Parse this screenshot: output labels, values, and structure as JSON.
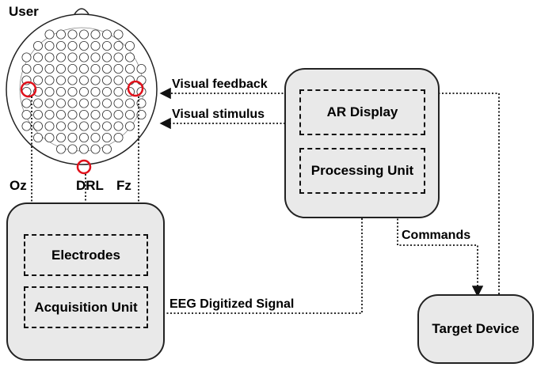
{
  "user_label": "User",
  "electrode_labels": {
    "oz": "Oz",
    "drl": "DRL",
    "fz": "Fz"
  },
  "acquisition": {
    "electrodes": "Electrodes",
    "unit": "Acquisition Unit"
  },
  "processing": {
    "ar_display": "AR Display",
    "unit": "Processing Unit"
  },
  "target": {
    "label": "Target Device"
  },
  "signals": {
    "visual_feedback": "Visual feedback",
    "visual_stimulus": "Visual stimulus",
    "commands": "Commands",
    "eeg": "EEG Digitized Signal"
  },
  "colors": {
    "box_fill": "#e9e9e9",
    "highlight": "#e0101a",
    "line": "#111111"
  }
}
